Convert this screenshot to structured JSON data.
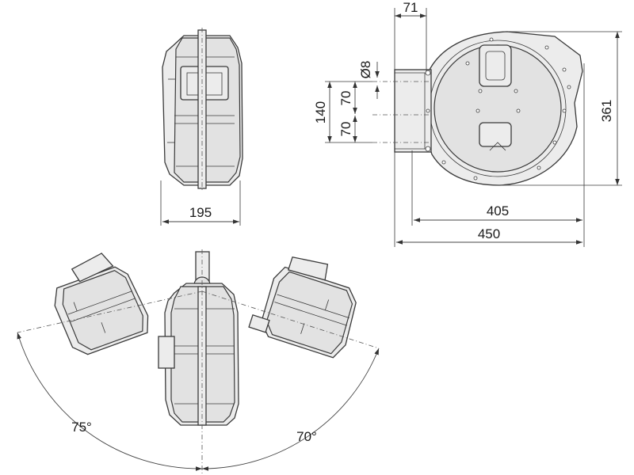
{
  "dimensions": {
    "width_side": "195",
    "bracket_depth": "71",
    "hole_diameter": "Ø8",
    "hole_spacing_total": "140",
    "hole_spacing_upper": "70",
    "hole_spacing_lower": "70",
    "height": "361",
    "depth_body": "405",
    "depth_total": "450"
  },
  "angles": {
    "left_swivel": "75°",
    "right_swivel": "70°"
  }
}
